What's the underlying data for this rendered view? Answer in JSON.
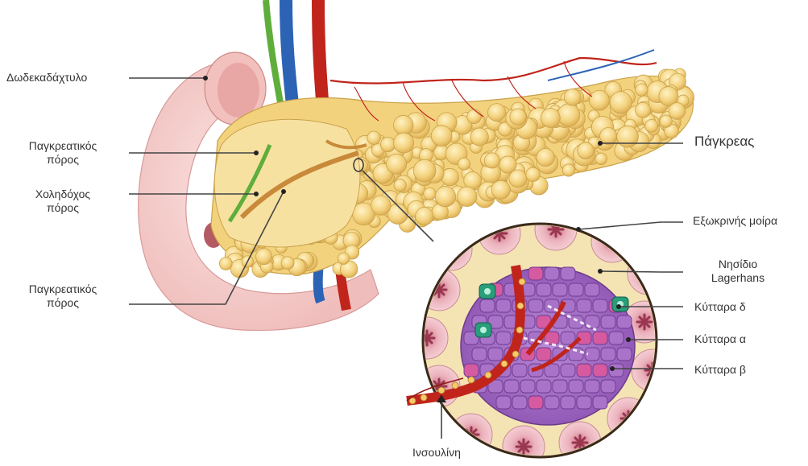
{
  "labels": {
    "duodenum": "Δωδεκαδάχτυλο",
    "pancreatic_duct_1_line1": "Παγκρεατικός",
    "pancreatic_duct_1_line2": "πόρος",
    "bile_duct_line1": "Χοληδόχος",
    "bile_duct_line2": "πόρος",
    "pancreatic_duct_2_line1": "Παγκρεατικός",
    "pancreatic_duct_2_line2": "πόρος",
    "pancreas": "Πάγκρεας",
    "exocrine": "Εξωκρινής μοίρα",
    "islet_line1": "Νησίδιο",
    "islet_line2": "Lagerhans",
    "delta_cells": "Κύτταρα δ",
    "alpha_cells": "Κύτταρα α",
    "beta_cells": "Κύτταρα β",
    "insulin": "Ινσουλίνη"
  },
  "colors": {
    "pancreas_lobule": "#f3d27e",
    "pancreas_lobule_edge": "#c9a24a",
    "duodenum": "#f4c8c8",
    "artery": "#c0241b",
    "vein": "#2c63b5",
    "bile_duct": "#5fae3c",
    "islet_cell": "#a873c8",
    "alpha_cell": "#d65aa0",
    "delta_cell": "#2a9d7a",
    "acinus": "#e7a9b4",
    "leader_line": "#444444"
  }
}
